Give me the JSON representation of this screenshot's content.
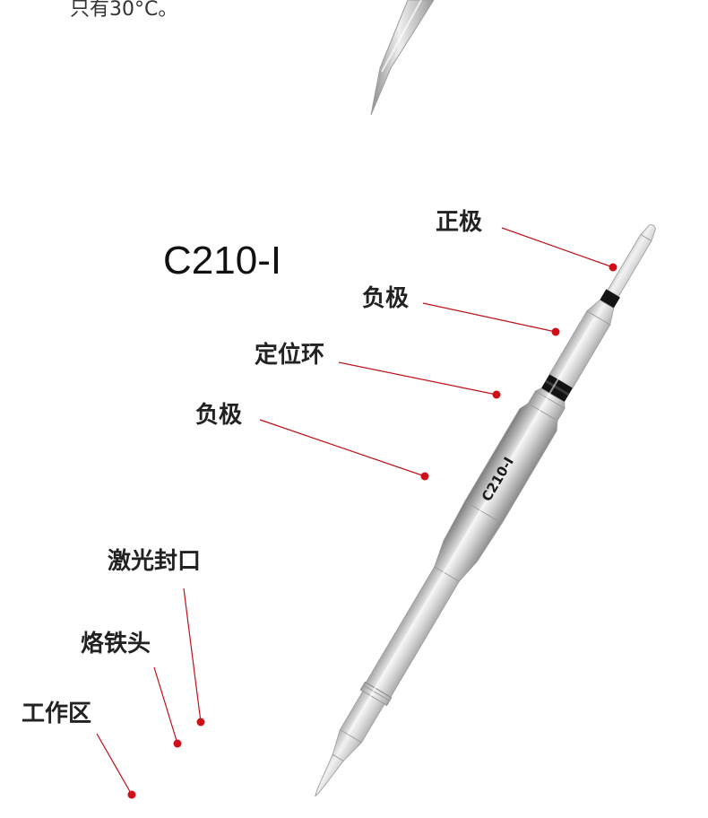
{
  "top_caption": "只有30°C。",
  "model_title": "C210-I",
  "tip_engraving": "C210-I",
  "labels": {
    "positive": "正极",
    "negative_1": "负极",
    "locating_ring": "定位环",
    "negative_2": "负极",
    "laser_seal": "激光封口",
    "iron_head": "烙铁头",
    "work_area": "工作区"
  },
  "colors": {
    "leader_line": "#c0101a",
    "marker_dot": "#d01018",
    "metal_light": "#eeeeee",
    "metal_mid": "#b9b9b9",
    "metal_dark": "#7a7a7a",
    "ring_black": "#111111"
  }
}
